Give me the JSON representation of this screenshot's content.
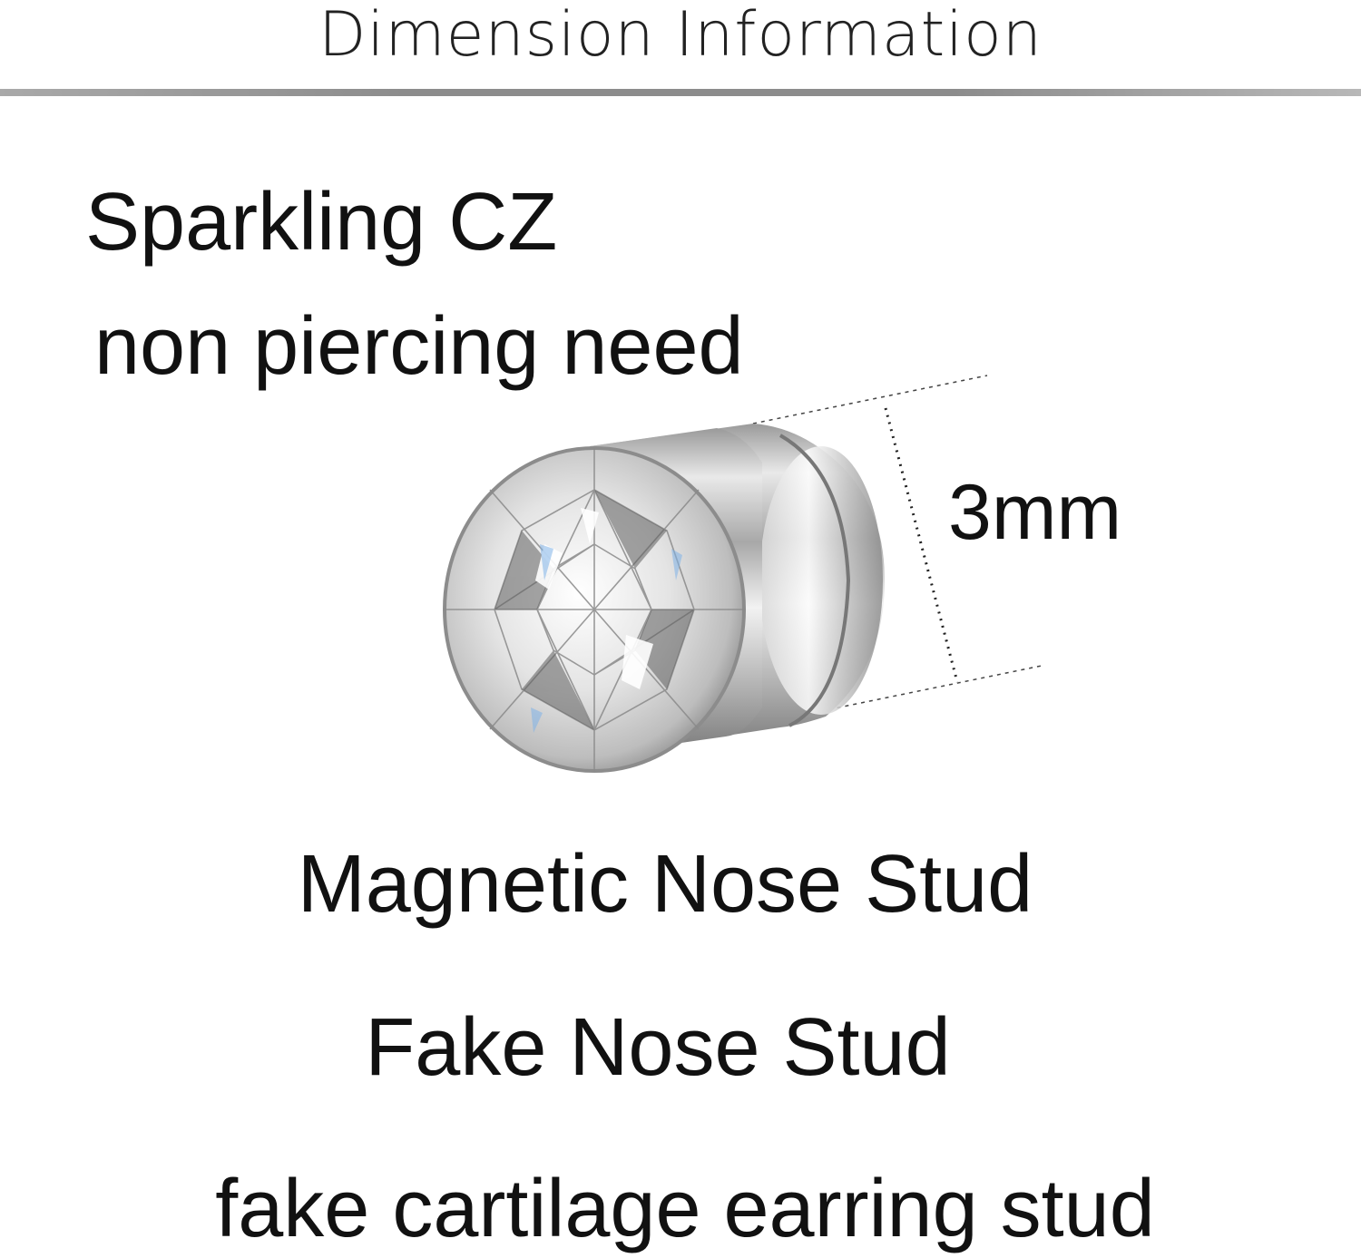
{
  "header": {
    "title": "Dimension Information"
  },
  "features": {
    "line1": "Sparkling CZ",
    "line2": "non piercing need"
  },
  "dimension": {
    "label": "3mm"
  },
  "captions": [
    "Magnetic Nose Stud",
    "Fake Nose Stud",
    "fake cartilage earring stud"
  ],
  "colors": {
    "text": "#111111",
    "rule": "#8c8c8c",
    "metal": "#c9c9c9",
    "crystal": "#e8e8e8"
  }
}
